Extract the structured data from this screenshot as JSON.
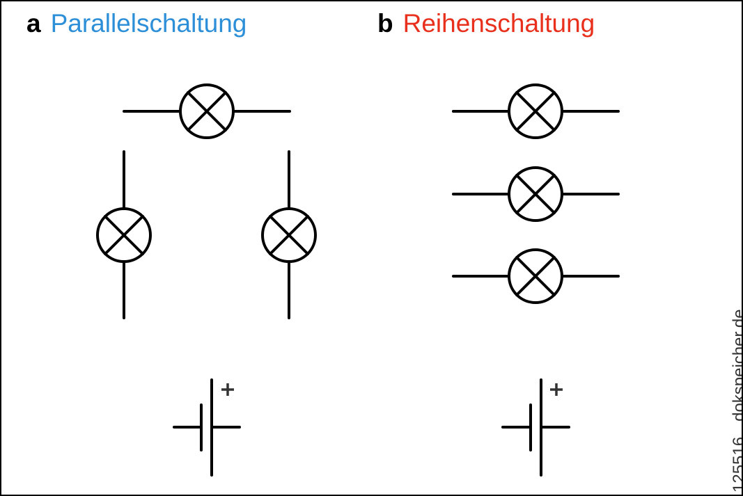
{
  "panels": [
    {
      "letter": "a",
      "title": "Parallelschaltung",
      "title_color": "#2d8fd8",
      "components": {
        "lamps": 3,
        "battery": {
          "polarity_mark": "+"
        }
      }
    },
    {
      "letter": "b",
      "title": "Reihenschaltung",
      "title_color": "#e8301c",
      "components": {
        "lamps": 3,
        "battery": {
          "polarity_mark": "+"
        }
      }
    }
  ],
  "watermark": {
    "id": "125516",
    "site": "dokspeicher.de"
  }
}
